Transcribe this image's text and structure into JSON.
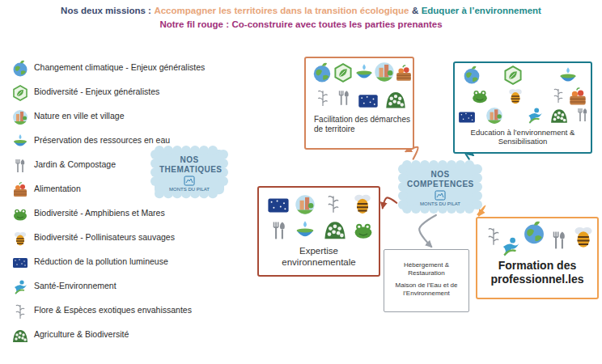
{
  "diagram": {
    "nodes": [
      {
        "text": [
          "NOS THEMATIQUES",
          "MONTS DU PILAT"
        ]
      },
      {
        "text": [
          "Facilitation des démarches de territoire"
        ]
      },
      {
        "text": [
          "Education à l’environnement & Sensibilisation"
        ]
      },
      {
        "text": [
          "NOS COMPETENCES",
          "MONTS DU PILAT"
        ]
      },
      {
        "text": [
          "Expertise environnementale"
        ]
      },
      {
        "text": [
          "Hébergement & Restauration",
          "Maison de l’Eau et de l’Environnement"
        ]
      },
      {
        "text": [
          "Formation des professionnel.les"
        ]
      }
    ],
    "edges": [
      {
        "from": 3,
        "to": 1,
        "arrow": "to"
      },
      {
        "from": 3,
        "to": 2,
        "arrow": "to"
      },
      {
        "from": 3,
        "to": 4,
        "arrow": "to"
      },
      {
        "from": 3,
        "to": 5,
        "arrow": "to"
      },
      {
        "from": 3,
        "to": 6,
        "arrow": "to"
      }
    ],
    "labels": [
      "Nos deux missions :",
      "Accompagner les territoires dans la transition écologique",
      "&",
      "Eduquer à l’environnement",
      "Notre fil rouge :",
      "Co-construire avec toutes les parties prenantes"
    ],
    "legend": [
      {
        "text": "Changement climatique - Enjeux généralistes"
      },
      {
        "text": "Biodiversité - Enjeux généralistes"
      },
      {
        "text": "Nature en ville et village"
      },
      {
        "text": "Préservation des ressources en eau"
      },
      {
        "text": "Jardin & Compostage"
      },
      {
        "text": "Alimentation"
      },
      {
        "text": "Biodiversité - Amphibiens et Mares"
      },
      {
        "text": "Biodiversité - Pollinisateurs sauvages"
      },
      {
        "text": "Réduction de la pollution lumineuse"
      },
      {
        "text": "Santé-Environnement"
      },
      {
        "text": "Flore & Espèces exotiques envahissantes"
      },
      {
        "text": "Agriculture & Biodiversité"
      }
    ]
  }
}
